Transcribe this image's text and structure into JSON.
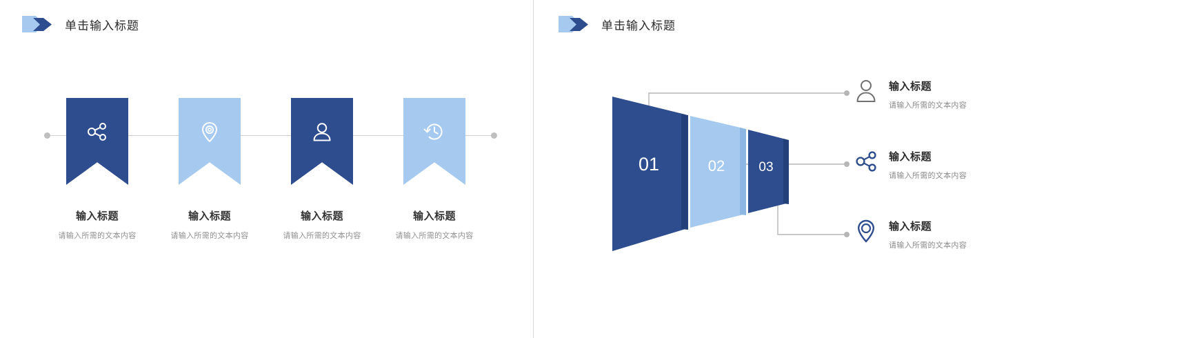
{
  "slides": [
    {
      "header": {
        "title": "单击输入标题",
        "icon": "double-arrow-icon"
      },
      "type": "ribbon-timeline",
      "items": [
        {
          "icon": "share-icon",
          "color": "#2e4d8e",
          "tone": "dark",
          "title": "输入标题",
          "desc": "请输入所需的文本内容"
        },
        {
          "icon": "location-pin-icon",
          "color": "#a5c9ef",
          "tone": "light",
          "title": "输入标题",
          "desc": "请输入所需的文本内容"
        },
        {
          "icon": "user-icon",
          "color": "#2e4d8e",
          "tone": "dark",
          "title": "输入标题",
          "desc": "请输入所需的文本内容"
        },
        {
          "icon": "history-clock-icon",
          "color": "#a5c9ef",
          "tone": "light",
          "title": "输入标题",
          "desc": "请输入所需的文本内容"
        }
      ]
    },
    {
      "header": {
        "title": "单击输入标题",
        "icon": "double-arrow-icon"
      },
      "type": "funnel",
      "funnel": {
        "segments": [
          {
            "label": "01",
            "color": "#2e4d8e"
          },
          {
            "label": "02",
            "color": "#a5c9ef"
          },
          {
            "label": "03",
            "color": "#2e4d8e"
          }
        ]
      },
      "items": [
        {
          "icon": "user-icon",
          "icon_color": "#707070",
          "title": "输入标题",
          "desc": "请输入所需的文本内容"
        },
        {
          "icon": "share-icon",
          "icon_color": "#2e4d8e",
          "title": "输入标题",
          "desc": "请输入所需的文本内容"
        },
        {
          "icon": "location-pin-icon",
          "icon_color": "#2e4d8e",
          "title": "输入标题",
          "desc": "请输入所需的文本内容"
        }
      ]
    }
  ],
  "colors": {
    "dark_blue": "#2e4d8e",
    "light_blue": "#a5c9ef",
    "line_gray": "#cfcfcf",
    "text_dark": "#2b2b2b",
    "text_muted": "#909090"
  }
}
